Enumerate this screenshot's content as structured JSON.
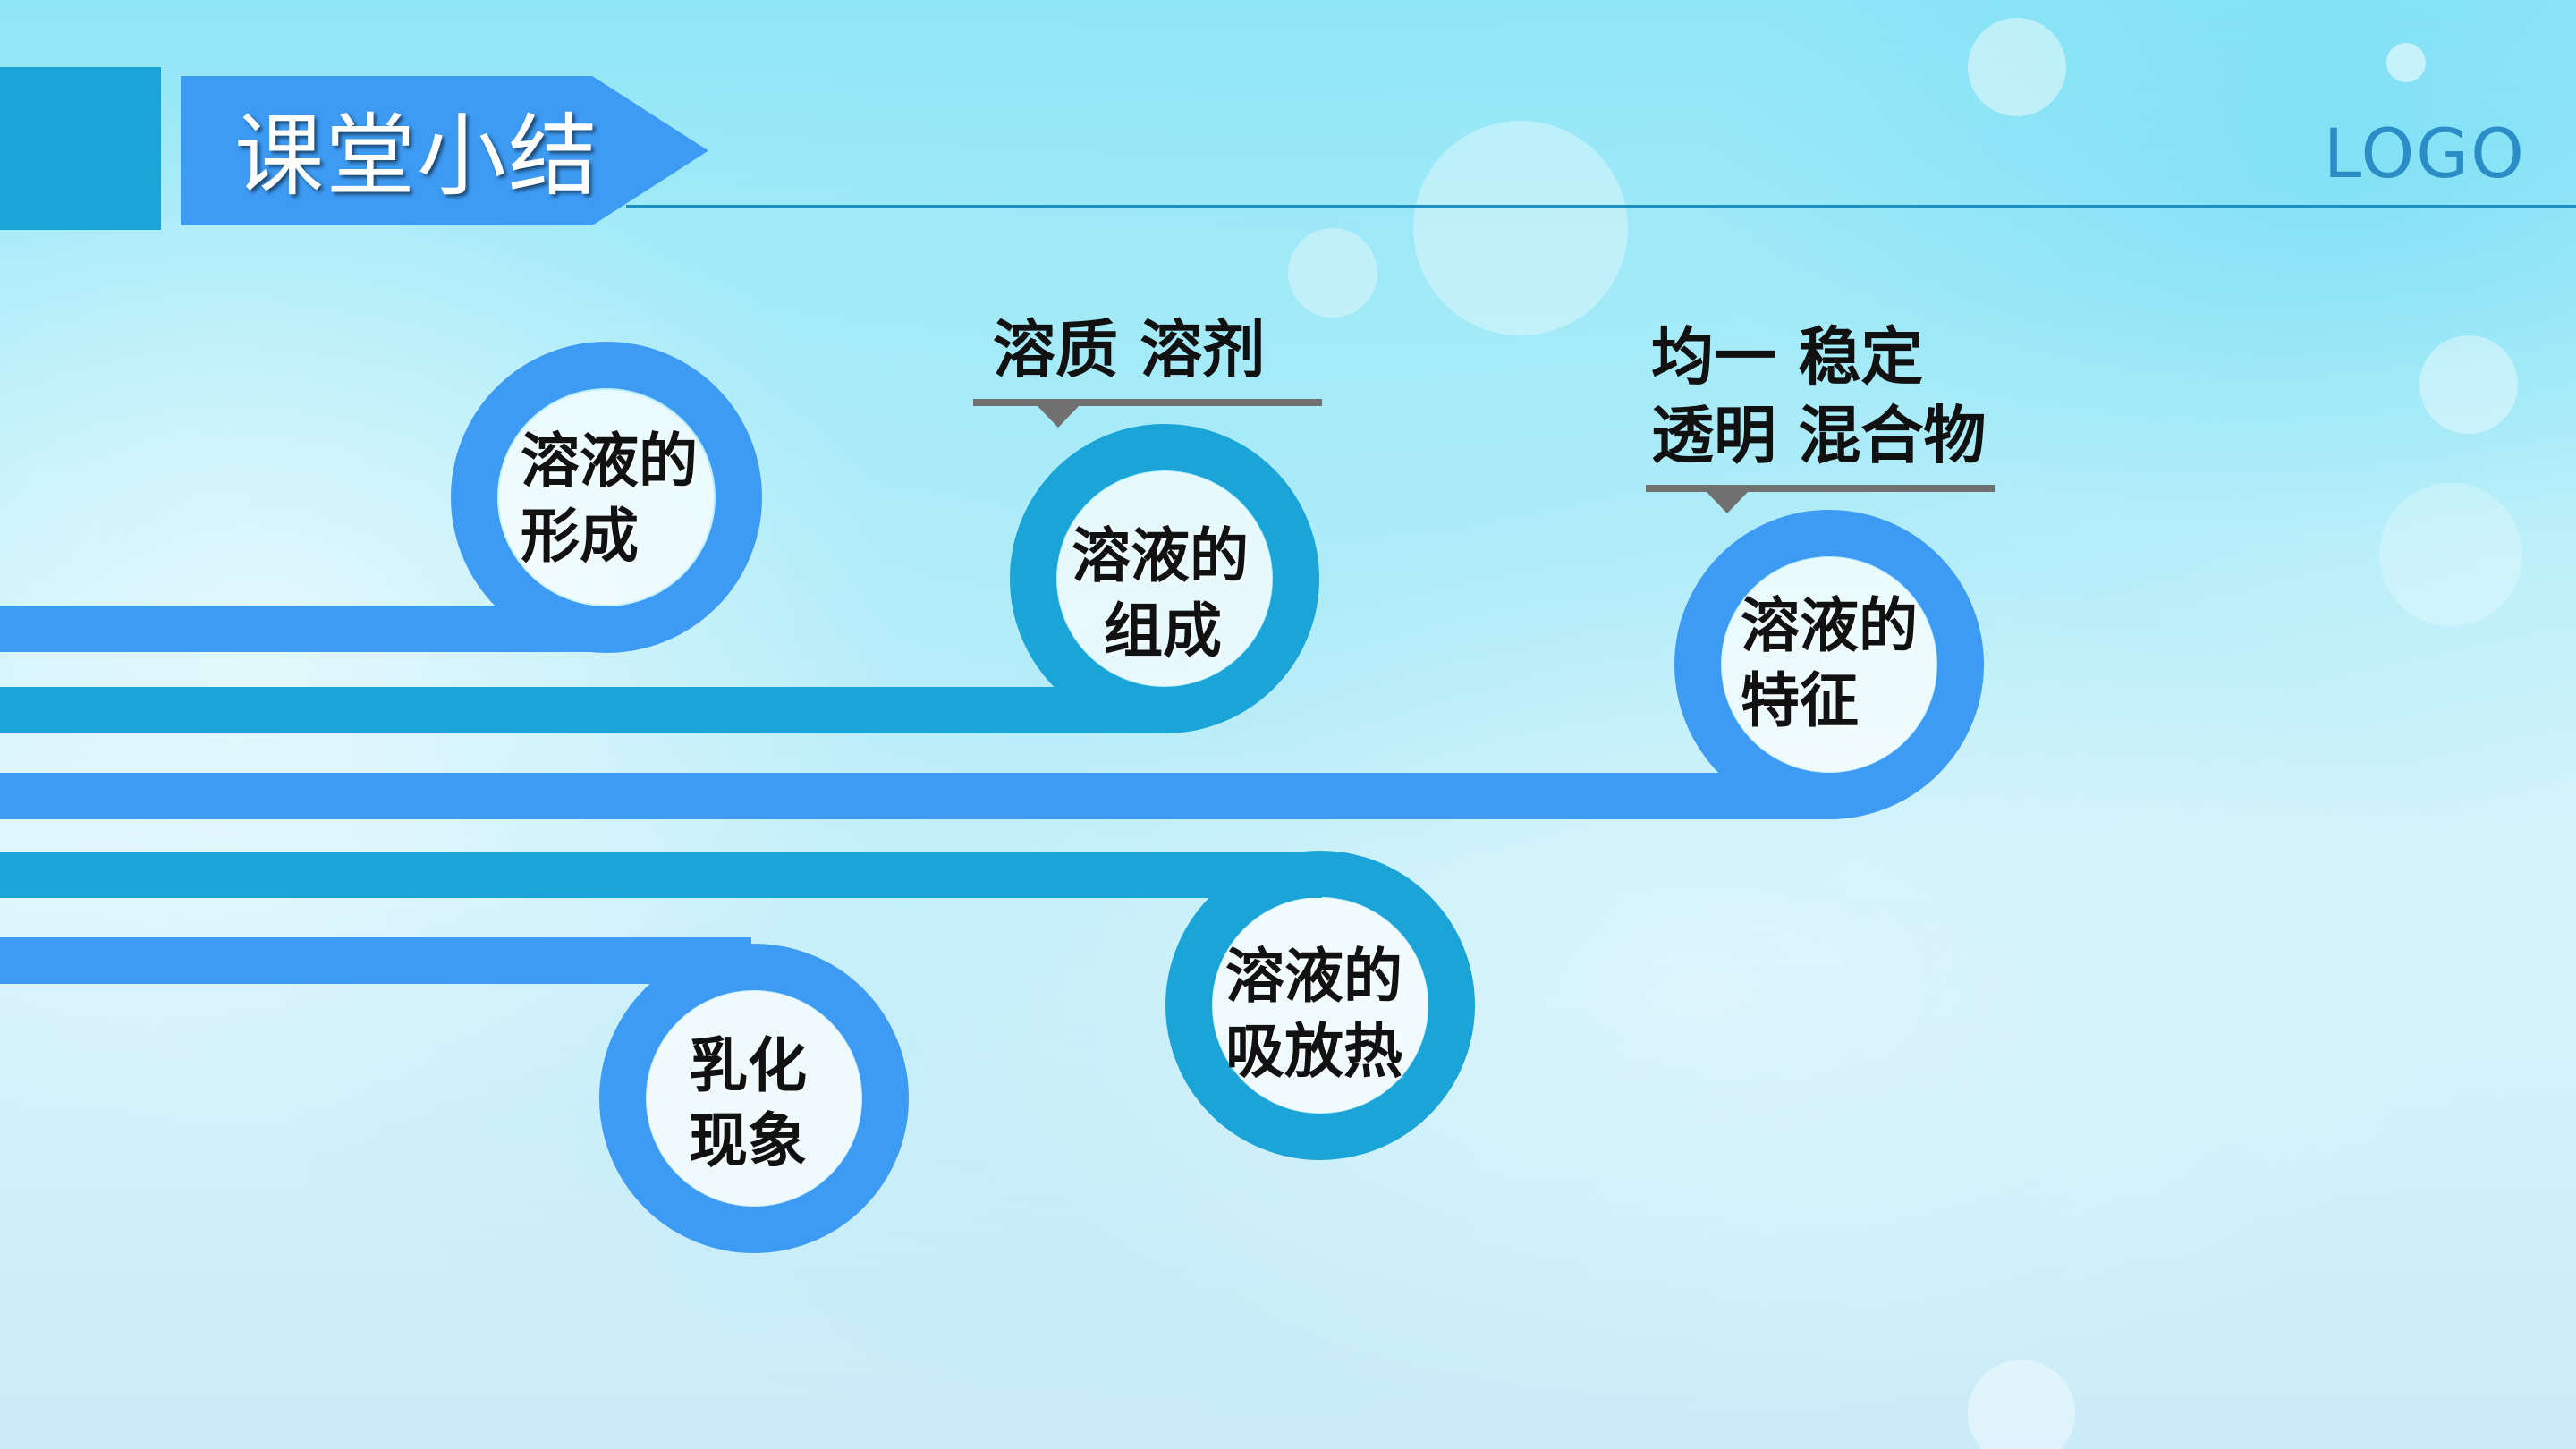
{
  "header": {
    "title": "课堂小结",
    "logo": "LOGO"
  },
  "colors": {
    "accent_blue": "#3d9bf4",
    "teal_blue": "#1aa4d8",
    "pointer_gray": "#707070"
  },
  "nodes": [
    {
      "id": "formation",
      "line1": "溶液的",
      "line2": "形成"
    },
    {
      "id": "composition",
      "line1": "溶液的",
      "line2": "组成"
    },
    {
      "id": "features",
      "line1": "溶液的",
      "line2": "特征"
    },
    {
      "id": "heat",
      "line1": "溶液的",
      "line2": "吸放热"
    },
    {
      "id": "emulsion",
      "line1": "乳化",
      "line2": "现象"
    }
  ],
  "annotations": {
    "composition": {
      "line1": "溶质 溶剂"
    },
    "features": {
      "line1": "均一 稳定",
      "line2": "透明 混合物"
    }
  }
}
